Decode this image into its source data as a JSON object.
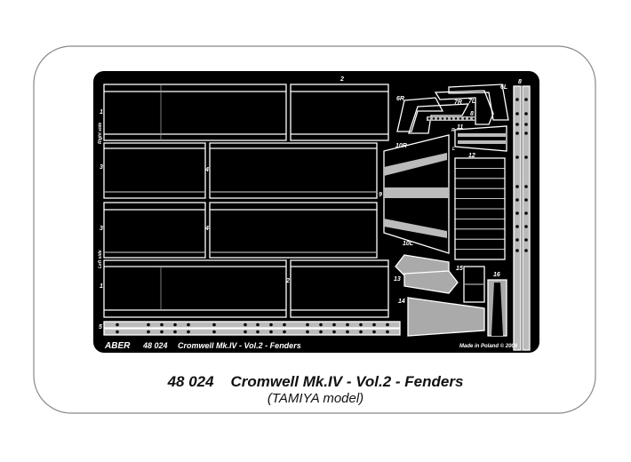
{
  "fret": {
    "brand": "ABER",
    "code": "48 024",
    "name": "Cromwell Mk.IV - Vol.2 - Fenders",
    "made_in": "Made in Poland  © 2006",
    "side_right": "Right side",
    "side_left": "Left side",
    "part_labels": {
      "p1": "1",
      "p2": "2",
      "p3": "3",
      "p4": "4",
      "p5": "5",
      "p6r": "6R",
      "p6l": "6L",
      "p7r": "7R",
      "p7l": "7L",
      "p8": "8",
      "p9": "9",
      "p10r": "10R",
      "p10l": "10L",
      "p11": "11",
      "p12": "12",
      "p13": "13",
      "p14": "14",
      "p15": "15",
      "p16": "16",
      "r": "R",
      "l": "L"
    }
  },
  "caption": {
    "title": "48 024    Cromwell Mk.IV - Vol.2 - Fenders",
    "subtitle": "(TAMIYA model)"
  }
}
